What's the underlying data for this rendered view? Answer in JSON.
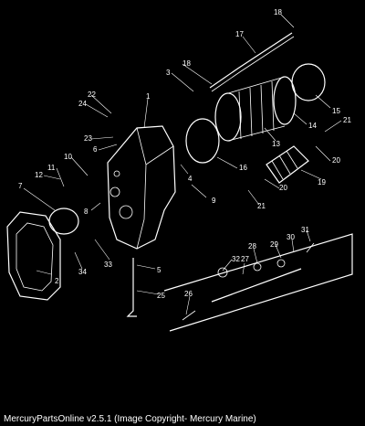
{
  "caption": "MercuryPartsOnline v2.5.1 (Image Copyright- Mercury Marine)",
  "callouts": [
    "1",
    "2",
    "3",
    "4",
    "5",
    "6",
    "7",
    "8",
    "9",
    "10",
    "11",
    "12",
    "13",
    "14",
    "15",
    "16",
    "17",
    "18",
    "18",
    "19",
    "20",
    "20",
    "21",
    "21",
    "22",
    "23",
    "24",
    "25",
    "26",
    "27",
    "28",
    "29",
    "30",
    "31",
    "32",
    "33",
    "34"
  ],
  "colors": {
    "background": "#000000",
    "lines": "#ffffff"
  }
}
